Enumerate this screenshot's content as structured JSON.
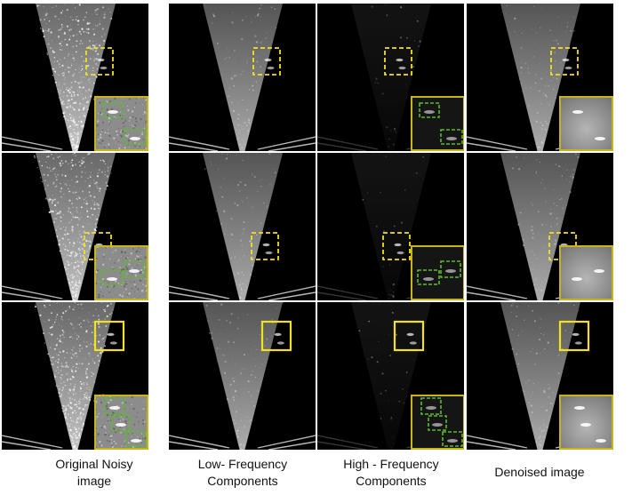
{
  "figure": {
    "columns": [
      {
        "key": "original",
        "caption": "Original Noisy\nimage"
      },
      {
        "key": "low",
        "caption": "Low- Frequency\nComponents"
      },
      {
        "key": "high",
        "caption": "High - Frequency\nComponents"
      },
      {
        "key": "denoised",
        "caption": "Denoised image"
      }
    ],
    "rows": 3,
    "colors": {
      "roi_box": "#f2e21d",
      "inset_border": "#c8b418",
      "detection_box": "#5dbb2a",
      "background": "#000000",
      "separator": "#ffffff"
    }
  }
}
